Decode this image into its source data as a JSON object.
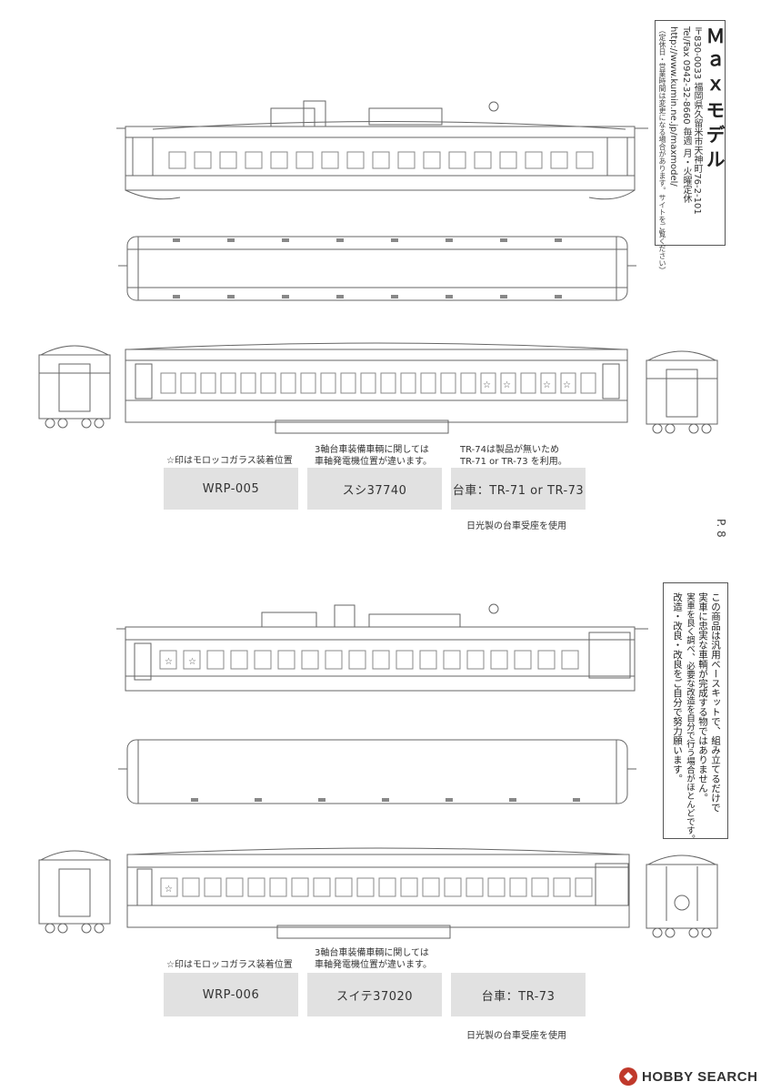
{
  "brand": {
    "name": "Ｍａｘモデル",
    "address": "〒830-0033 福岡県久留米市天神町76-2-101",
    "telfax": "Tel/Fax 0942-32-8660 毎週 月・火曜定休",
    "url": "http://www.kumin.ne.jp/maxmodel/",
    "note": "（定休日・営業時間は変更になる場合があります。サイトをご覧ください）"
  },
  "page_number": "P. 8",
  "section1": {
    "star_note": "☆印はモロッコガラス装着位置",
    "three_axle_note_line1": "3軸台車装備車輌に関しては",
    "three_axle_note_line2": "車軸発電機位置が違います。",
    "tr74_note_line1": "TR-74は製品が無いため",
    "tr74_note_line2": "TR-71 or TR-73 を利用。",
    "boxes": [
      "WRP-005",
      "スシ37740",
      "台車：TR-71 or TR-73"
    ],
    "truck_seat_note": "日光製の台車受座を使用"
  },
  "section2": {
    "star_note": "☆印はモロッコガラス装着位置",
    "three_axle_note_line1": "3軸台車装備車輌に関しては",
    "three_axle_note_line2": "車軸発電機位置が違います。",
    "boxes": [
      "WRP-006",
      "スイテ37020",
      "台車：TR-73"
    ],
    "truck_seat_note": "日光製の台車受座を使用"
  },
  "disclaimer": {
    "lines": [
      "この商品は汎用ベースキットで、組み立てるだけで",
      "実車に忠実な車輌が完成する物ではありません。",
      "実車を良く調べ、必要な改造を自分で行う場合がほとんどです。",
      "改造・改良・改良をご自分で努力願います。"
    ]
  },
  "watermark": {
    "brand": "HOBBY SEARCH"
  }
}
